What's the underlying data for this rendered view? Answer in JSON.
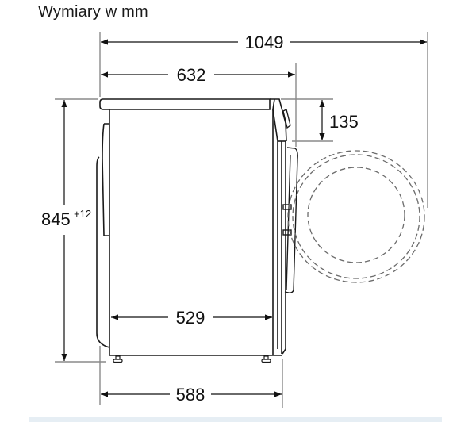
{
  "title": "Wymiary w mm",
  "dimensions": {
    "total_depth_door_open": "1049",
    "depth_with_door": "632",
    "panel_height": "135",
    "height": "845",
    "height_tolerance": "+12",
    "body_depth": "529",
    "depth_at_base": "588"
  },
  "colors": {
    "line": "#1a1a1a",
    "extension_line": "#8a8a8a",
    "dashed": "#6b6b6b",
    "footer_band": "#e6eef4"
  }
}
